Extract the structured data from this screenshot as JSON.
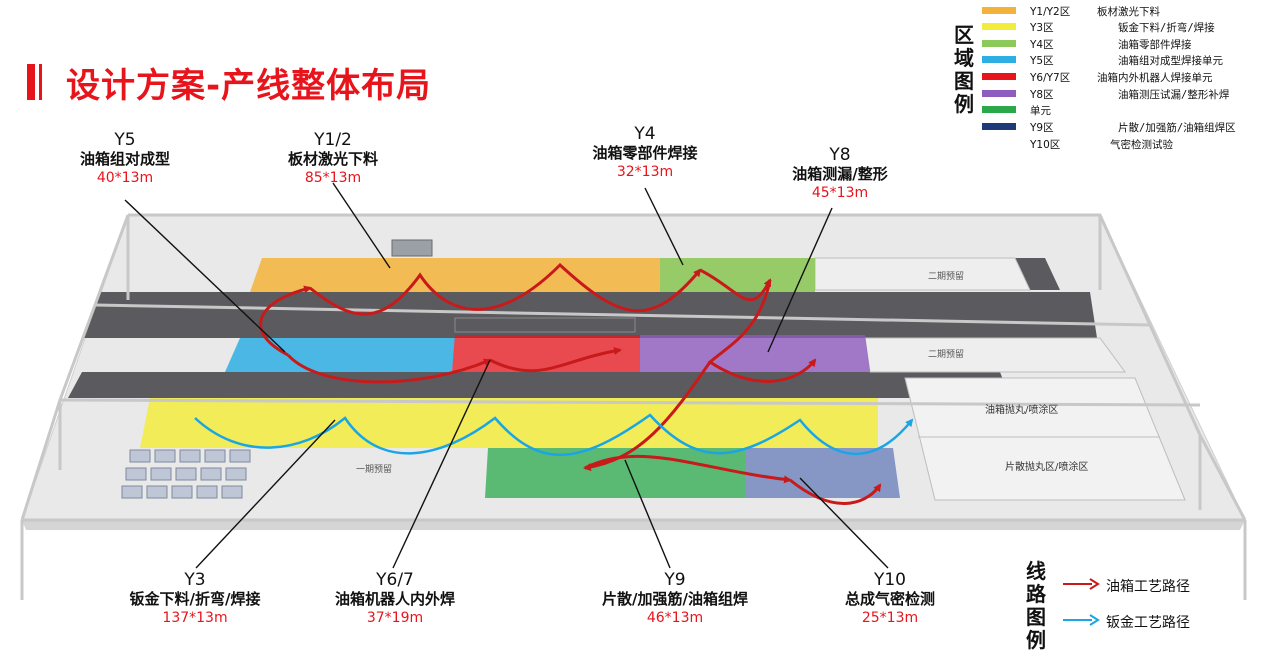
{
  "page_title": "设计方案-产线整体布局",
  "colors": {
    "accent": "#e8141b",
    "y12": "#f3b33a",
    "y3": "#f2ec3d",
    "y4": "#8dc85a",
    "y5": "#2eaee3",
    "y67": "#e8141b",
    "y8": "#8e5bbf",
    "y9": "#2aa84a",
    "y10": "#1f3a78",
    "sheet_route": "#1aa6e6",
    "tank_route": "#c81a1a"
  },
  "zones": [
    {
      "code": "Y5",
      "name": "油箱组对成型",
      "size": "40*13m"
    },
    {
      "code": "Y1/2",
      "name": "板材激光下料",
      "size": "85*13m"
    },
    {
      "code": "Y4",
      "name": "油箱零部件焊接",
      "size": "32*13m"
    },
    {
      "code": "Y8",
      "name": "油箱测漏/整形",
      "size": "45*13m"
    },
    {
      "code": "Y3",
      "name": "钣金下料/折弯/焊接",
      "size": "137*13m"
    },
    {
      "code": "Y6/7",
      "name": "油箱机器人内外焊",
      "size": "37*19m"
    },
    {
      "code": "Y9",
      "name": "片散/加强筋/油箱组焊",
      "size": "46*13m"
    },
    {
      "code": "Y10",
      "name": "总成气密检测",
      "size": "25*13m"
    }
  ],
  "floor_labels": {
    "phase2_top": "二期预留",
    "phase2_mid": "二期预留",
    "phase1": "一期预留",
    "right_upper": "油箱抛丸/喷涂区",
    "right_lower": "片散抛丸区/喷涂区"
  },
  "zone_legend": {
    "title": "区域图例",
    "items": [
      {
        "code": "Y1/Y2区",
        "desc": "板材激光下料"
      },
      {
        "code": "Y3区",
        "desc": "钣金下料/折弯/焊接"
      },
      {
        "code": "Y4区",
        "desc": "油箱零部件焊接"
      },
      {
        "code": "Y5区",
        "desc": "油箱组对成型焊接单元"
      },
      {
        "code": "Y6/Y7区",
        "desc": "油箱内外机器人焊接单元"
      },
      {
        "code": "Y8区",
        "desc": "油箱测压试漏/整形补焊"
      },
      {
        "code": "单元",
        "desc": ""
      },
      {
        "code": "Y9区",
        "desc": "片散/加强筋/油箱组焊区"
      },
      {
        "code": "Y10区",
        "desc": "气密检测试验"
      }
    ]
  },
  "route_legend": {
    "title": "线路图例",
    "items": [
      {
        "label": "油箱工艺路径"
      },
      {
        "label": "钣金工艺路径"
      }
    ]
  }
}
